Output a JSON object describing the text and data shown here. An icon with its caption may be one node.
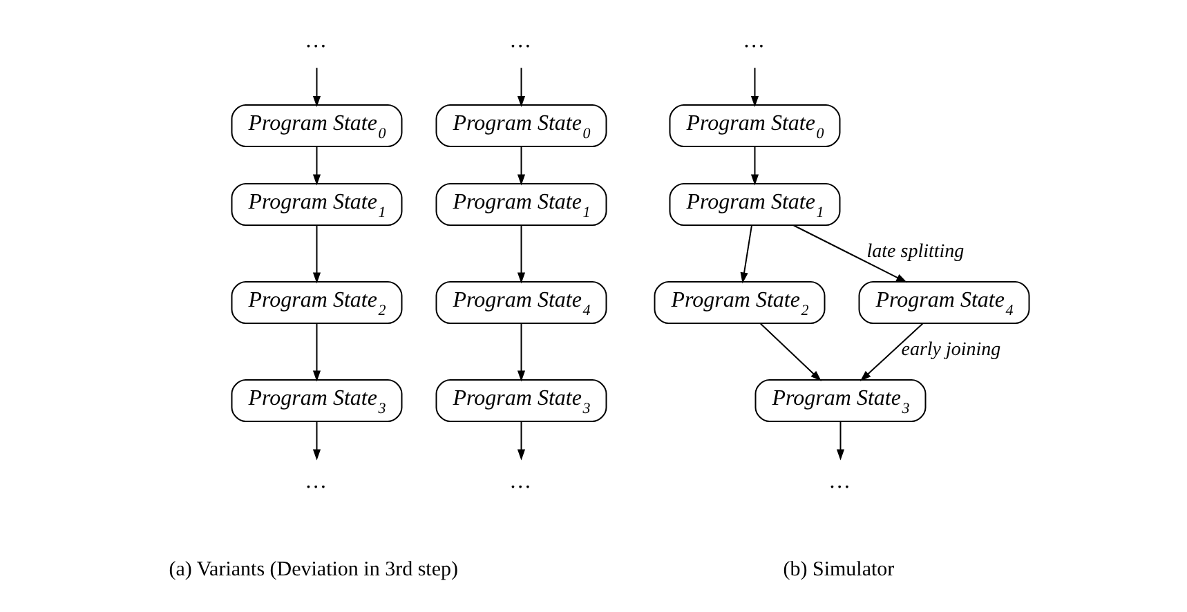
{
  "diagram": {
    "nodes": [
      {
        "text": [
          "…"
        ]
      },
      {
        "text": [
          "Program State$_{0}$"
        ]
      },
      {
        "text": [
          "Program State$_{1}$"
        ]
      },
      {
        "text": [
          "Program State$_{2}$"
        ]
      },
      {
        "text": [
          "Program State$_{3}$"
        ]
      },
      {
        "text": [
          "…"
        ]
      },
      {
        "text": [
          "…"
        ]
      },
      {
        "text": [
          "Program State$_{0}$"
        ]
      },
      {
        "text": [
          "Program State$_{1}$"
        ]
      },
      {
        "text": [
          "Program State$_{4}$"
        ]
      },
      {
        "text": [
          "Program State$_{3}$"
        ]
      },
      {
        "text": [
          "…"
        ]
      },
      {
        "text": [
          "…"
        ]
      },
      {
        "text": [
          "Program State$_{0}$"
        ]
      },
      {
        "text": [
          "Program State$_{1}$"
        ]
      },
      {
        "text": [
          "Program State$_{2}$"
        ]
      },
      {
        "text": [
          "Program State$_{4}$"
        ]
      },
      {
        "text": [
          "Program State$_{3}$"
        ]
      },
      {
        "text": [
          "…"
        ]
      }
    ],
    "edges": [
      {
        "from": 0,
        "to": 1,
        "arrow": "to"
      },
      {
        "from": 1,
        "to": 2,
        "arrow": "to"
      },
      {
        "from": 2,
        "to": 3,
        "arrow": "to"
      },
      {
        "from": 3,
        "to": 4,
        "arrow": "to"
      },
      {
        "from": 4,
        "to": 5,
        "arrow": "to"
      },
      {
        "from": 6,
        "to": 7,
        "arrow": "to"
      },
      {
        "from": 7,
        "to": 8,
        "arrow": "to"
      },
      {
        "from": 8,
        "to": 9,
        "arrow": "to"
      },
      {
        "from": 9,
        "to": 10,
        "arrow": "to"
      },
      {
        "from": 10,
        "to": 11,
        "arrow": "to"
      },
      {
        "from": 12,
        "to": 13,
        "arrow": "to"
      },
      {
        "from": 13,
        "to": 14,
        "arrow": "to"
      },
      {
        "from": 14,
        "to": 15,
        "arrow": "to"
      },
      {
        "from": 14,
        "to": 16,
        "arrow": "to",
        "label": "late splitting"
      },
      {
        "from": 15,
        "to": 17,
        "arrow": "to"
      },
      {
        "from": 16,
        "to": 17,
        "arrow": "to",
        "label": "early joining"
      },
      {
        "from": 17,
        "to": 18,
        "arrow": "to"
      }
    ],
    "labels": [
      "(a) Variants (Deviation in 3rd step)",
      "(b) Simulator"
    ]
  }
}
